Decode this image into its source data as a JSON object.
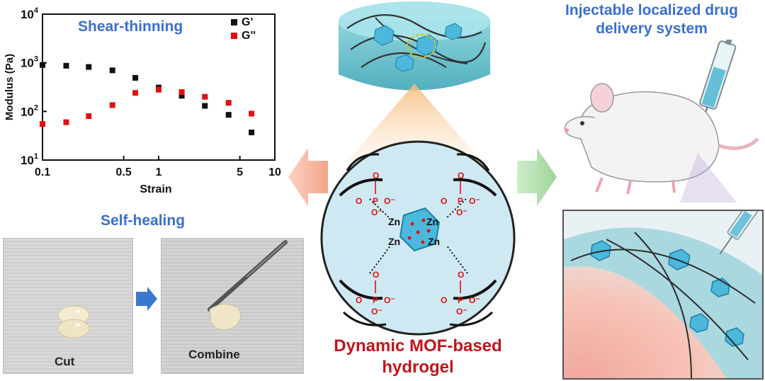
{
  "chart": {
    "legend_g1": "G'",
    "legend_g2": "G''",
    "title": "Shear-thinning",
    "ylabel": "Modulus (Pa)",
    "xlabel": "Strain",
    "yticks": [
      "10",
      "10",
      "10",
      "10"
    ],
    "yexp": [
      "1",
      "2",
      "3",
      "4"
    ],
    "xticks": [
      "0.1",
      "0.5",
      "1",
      "5",
      "10"
    ]
  },
  "chart_data": {
    "type": "scatter",
    "x_scale": "log",
    "y_scale": "log",
    "xlim": [
      0.1,
      10
    ],
    "ylim": [
      10,
      10000
    ],
    "xlabel": "Strain",
    "ylabel": "Modulus (Pa)",
    "title": "Shear-thinning",
    "legend_position": "top-right",
    "series": [
      {
        "name": "G'",
        "color": "#111111",
        "x": [
          0.1,
          0.16,
          0.25,
          0.4,
          0.63,
          1.0,
          1.58,
          2.5,
          4.0,
          6.3
        ],
        "y": [
          900,
          870,
          820,
          700,
          490,
          310,
          210,
          130,
          85,
          37
        ]
      },
      {
        "name": "G''",
        "color": "#e01010",
        "x": [
          0.1,
          0.16,
          0.25,
          0.4,
          0.63,
          1.0,
          1.58,
          2.5,
          4.0,
          6.3
        ],
        "y": [
          55,
          60,
          80,
          135,
          240,
          280,
          250,
          200,
          150,
          90
        ]
      }
    ]
  },
  "labels": {
    "self_healing": "Self-healing",
    "cut": "Cut",
    "combine": "Combine",
    "hydrogel_line1": "Dynamic MOF-based",
    "hydrogel_line2": "hydrogel",
    "injectable_line1": "Injectable localized drug",
    "injectable_line2": "delivery system"
  },
  "chem": {
    "zn": "Zn",
    "p": "P",
    "o": "O",
    "o_minus": "O⁻"
  },
  "colors": {
    "title_blue": "#3a6fd0",
    "accent_red": "#c0151b",
    "arrow_left": "#f4a58a",
    "arrow_right": "#a8d8a0",
    "circle_bg": "#cfe9f3",
    "mof_blue": "#4bb8dc"
  }
}
